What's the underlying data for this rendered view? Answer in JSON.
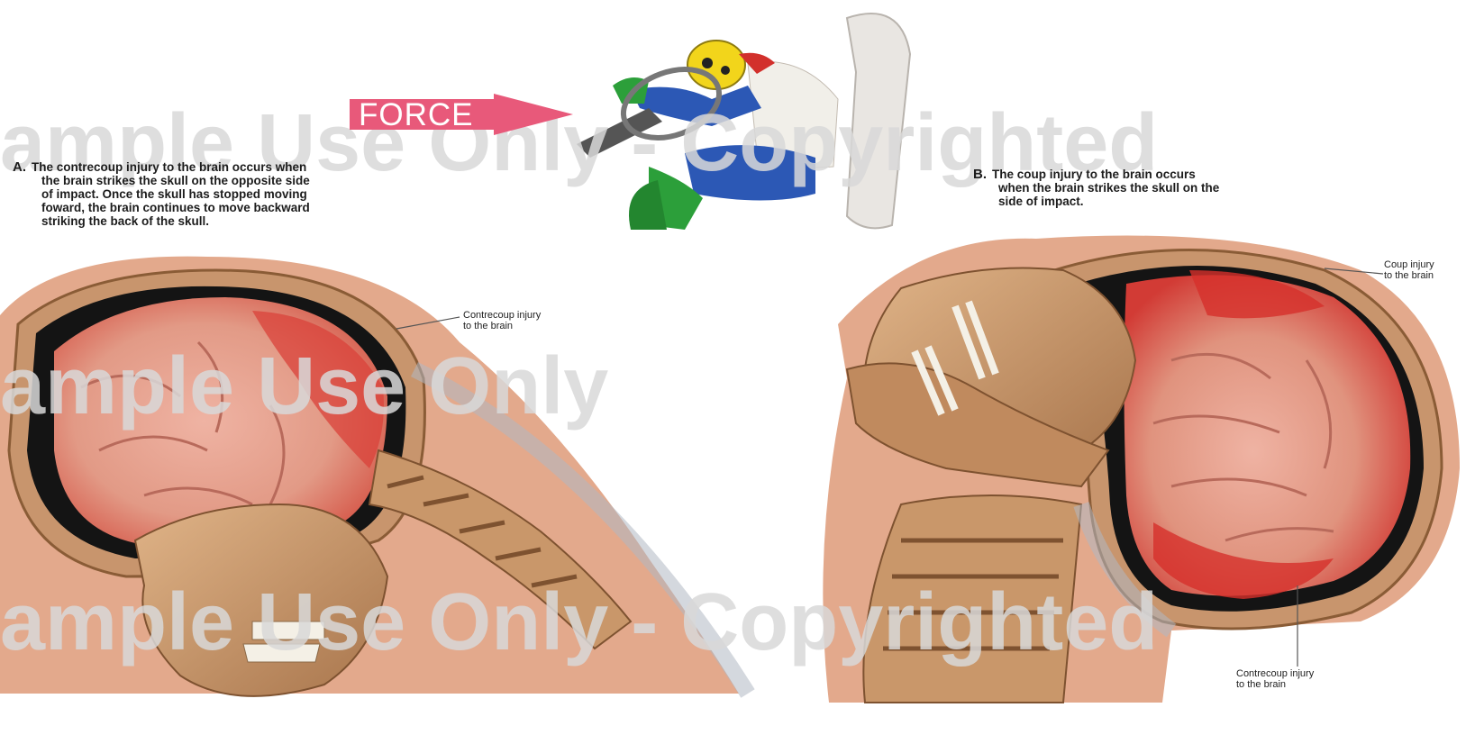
{
  "force_label": "FORCE",
  "panel_a": {
    "letter": "A.",
    "lines": [
      "The contrecoup injury to the brain occurs when",
      "the brain strikes the skull on the opposite side",
      "of impact. Once the skull has stopped moving",
      "foward, the brain continues to move backward",
      "striking the back of the skull."
    ],
    "callout": [
      "Contrecoup injury",
      "to the brain"
    ]
  },
  "panel_b": {
    "letter": "B.",
    "lines": [
      "The coup injury to the brain occurs",
      "when the brain strikes the skull on the",
      "side of impact."
    ],
    "callout_coup": [
      "Coup injury",
      "to the brain"
    ],
    "callout_contrecoup": [
      "Contrecoup injury",
      "to the brain"
    ]
  },
  "watermark": {
    "line1": "ample Use Only - Copyrighted",
    "line2": "ample Use Only",
    "line3": "ample Use Only - Copyrighted"
  },
  "colors": {
    "skin": "#e3a98c",
    "bone": "#c9976a",
    "brain": "#e8a08e",
    "injury": "#d62a2a",
    "force_arrow": "#e8597a"
  }
}
